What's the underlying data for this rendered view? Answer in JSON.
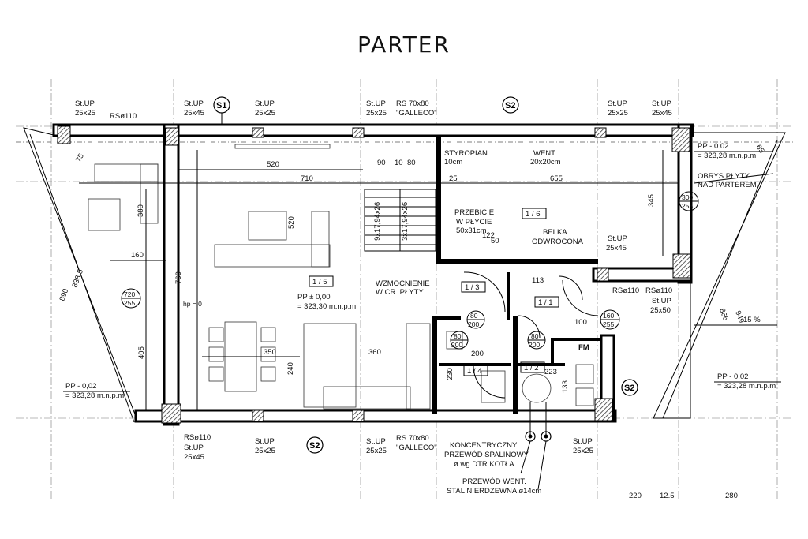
{
  "title": "PARTER",
  "section_markers": {
    "s1": "S1",
    "s2": "S2"
  },
  "top_labels": [
    {
      "line1": "St.UP",
      "line2": "25x25"
    },
    {
      "line1": "St.UP",
      "line2": "25x45"
    },
    {
      "line1": "St.UP",
      "line2": "25x25"
    },
    {
      "line1": "St.UP",
      "line2": "25x25"
    },
    {
      "line1": "St.UP",
      "line2": "25x25"
    },
    {
      "line1": "St.UP",
      "line2": "25x45"
    }
  ],
  "top_misc": {
    "rs_left": "RSø110",
    "rs_window": "RS 70x80",
    "galleco": "\"GALLECO\""
  },
  "bottom_labels": [
    {
      "line1": "RSø110",
      "line2": "St.UP",
      "line3": "25x45"
    },
    {
      "line1": "St.UP",
      "line2": "25x25"
    },
    {
      "line1": "St.UP",
      "line2": "25x25"
    },
    {
      "line1": "St.UP",
      "line2": "25x25"
    }
  ],
  "bottom_misc": {
    "rs_window": "RS 70x80",
    "galleco": "\"GALLECO\""
  },
  "notes": {
    "koncentryczny_1": "KONCENTRYCZNY",
    "koncentryczny_2": "PRZEWÓD SPALINOWY",
    "koncentryczny_3": "ø wg DTR KOTŁA",
    "went_1": "PRZEWÓD WENT.",
    "went_2": "STAL NIERDZEWNA ø14cm",
    "styropian_1": "STYROPIAN",
    "styropian_2": "10cm",
    "went_top_1": "WENT.",
    "went_top_2": "20x20cm",
    "przebicie_1": "PRZEBICIE",
    "przebicie_2": "W PŁYCIE",
    "przebicie_3": "50x31cm",
    "belka_1": "BELKA",
    "belka_2": "ODWRÓCONA",
    "wzmocnienie_1": "WZMOCNIENIE",
    "wzmocnienie_2": "W CR. PŁYTY",
    "obrys_1": "OBRYS PŁYTY",
    "obrys_2": "NAD PARTEREM",
    "slope": "15 %"
  },
  "levels": {
    "pp_main_1": "PP ± 0,00",
    "pp_main_2": "= 323,30 m.n.p.m",
    "pp_left_1": "PP - 0,02",
    "pp_left_2": "= 323,28 m.n.p.m",
    "pp_tr_1": "PP - 0.02",
    "pp_tr_2": "= 323,28 m.n.p.m",
    "pp_br_1": "PP - 0,02",
    "pp_br_2": "= 323,28 m.n.p.m",
    "hp": "hp = 0"
  },
  "rooms": {
    "r15": "1 / 5",
    "r16": "1 / 6",
    "r13": "1 / 3",
    "r11": "1 / 1",
    "r14": "1 / 4",
    "r12": "1 / 2",
    "fm": "FM"
  },
  "dimensions": {
    "d520": "520",
    "d710": "710",
    "d655": "655",
    "d25": "25",
    "d90": "90",
    "d10": "10",
    "d80": "80",
    "d380": "380",
    "d160": "160",
    "d760": "760",
    "d405": "405",
    "d350": "350",
    "d360": "360",
    "d240": "240",
    "d345": "345",
    "d122": "122",
    "d50": "50",
    "d113": "113",
    "d100": "100",
    "d223": "223",
    "d200": "200",
    "d230": "230",
    "d133": "133",
    "d838": "838.5",
    "d890": "890",
    "d866": "866",
    "d949": "949",
    "d75": "75",
    "d65": "65",
    "d220": "220",
    "d125": "12.5",
    "d280": "280",
    "stairs_1": "9x17,94x26",
    "stairs_2": "3x17,94x26",
    "rs110_1": "RSø110",
    "rs110_2": "RSø110",
    "stup_r": "St.UP",
    "stup_r_dim": "25x50",
    "stup_mid": "St.UP",
    "stup_mid_dim": "25x45",
    "w720": "720",
    "w255a": "255",
    "w300": "300",
    "w255b": "255",
    "w160": "160",
    "w255c": "255",
    "d80b": "80",
    "d200b": "200",
    "d80c": "80",
    "d200c": "200",
    "d80d": "80",
    "d200d": "200"
  }
}
